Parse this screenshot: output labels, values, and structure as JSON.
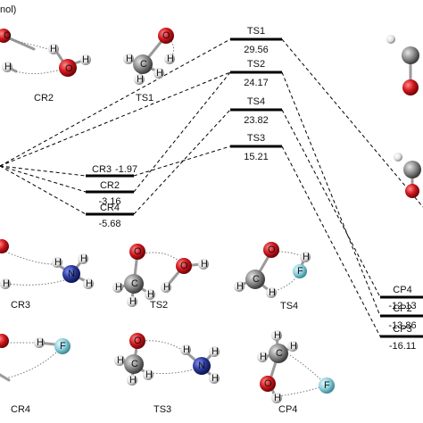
{
  "header": {
    "unit_fragment": "nol)"
  },
  "levels": [
    {
      "id": "ts1",
      "name": "TS1",
      "value": "29.56"
    },
    {
      "id": "ts2",
      "name": "TS2",
      "value": "24.17"
    },
    {
      "id": "ts4",
      "name": "TS4",
      "value": "23.82"
    },
    {
      "id": "ts3",
      "name": "TS3",
      "value": "15.21"
    },
    {
      "id": "cr3",
      "name": "CR3",
      "value": "-1.97"
    },
    {
      "id": "cr2",
      "name": "CR2",
      "value": "-3.16"
    },
    {
      "id": "cr4",
      "name": "CR4",
      "value": "-5.68"
    },
    {
      "id": "cp4",
      "name": "CP4",
      "value": "-12.13"
    },
    {
      "id": "cp2",
      "name": "CP2",
      "value": "-13.86"
    },
    {
      "id": "cp3",
      "name": "CP3",
      "value": "-16.11"
    }
  ],
  "structures": {
    "cr2": "CR2",
    "ts1": "TS1",
    "cr3": "CR3",
    "ts2": "TS2",
    "ts4": "TS4",
    "cr4": "CR4",
    "ts3": "TS3",
    "cp4": "CP4"
  },
  "atoms": {
    "o": "O",
    "c": "C",
    "h": "H",
    "n": "N",
    "f": "F"
  },
  "colors": {
    "oxygen": "#c8161d",
    "carbon": "#8c8c8c",
    "hydrogen": "#f2f2f2",
    "nitrogen": "#2b3a9a",
    "fluorine": "#8fd3de"
  }
}
